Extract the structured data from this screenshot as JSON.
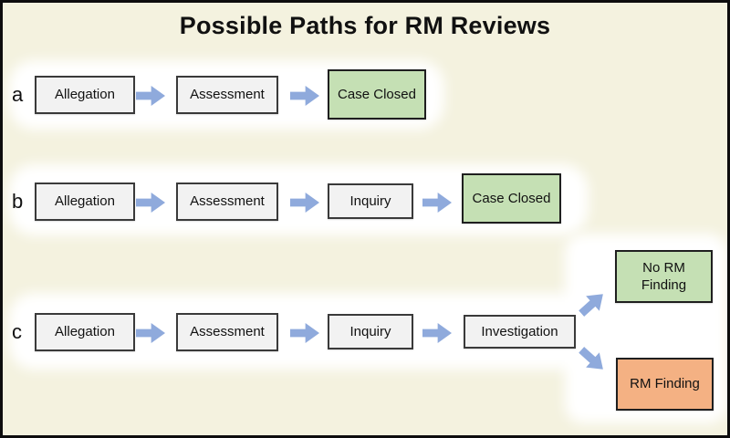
{
  "title": "Possible Paths for RM Reviews",
  "colors": {
    "background": "#f4f2df",
    "box_gray": "#f2f2f2",
    "box_green": "#c5e0b4",
    "box_orange": "#f4b183",
    "arrow_blue": "#8faadc"
  },
  "rows": [
    {
      "label": "a",
      "steps": [
        {
          "text": "Allegation"
        },
        {
          "text": "Assessment"
        },
        {
          "text": "Case Closed"
        }
      ]
    },
    {
      "label": "b",
      "steps": [
        {
          "text": "Allegation"
        },
        {
          "text": "Assessment"
        },
        {
          "text": "Inquiry"
        },
        {
          "text": "Case Closed"
        }
      ]
    },
    {
      "label": "c",
      "steps": [
        {
          "text": "Allegation"
        },
        {
          "text": "Assessment"
        },
        {
          "text": "Inquiry"
        },
        {
          "text": "Investigation"
        }
      ],
      "outcomes": [
        {
          "text": "No RM Finding"
        },
        {
          "text": "RM Finding"
        }
      ]
    }
  ]
}
